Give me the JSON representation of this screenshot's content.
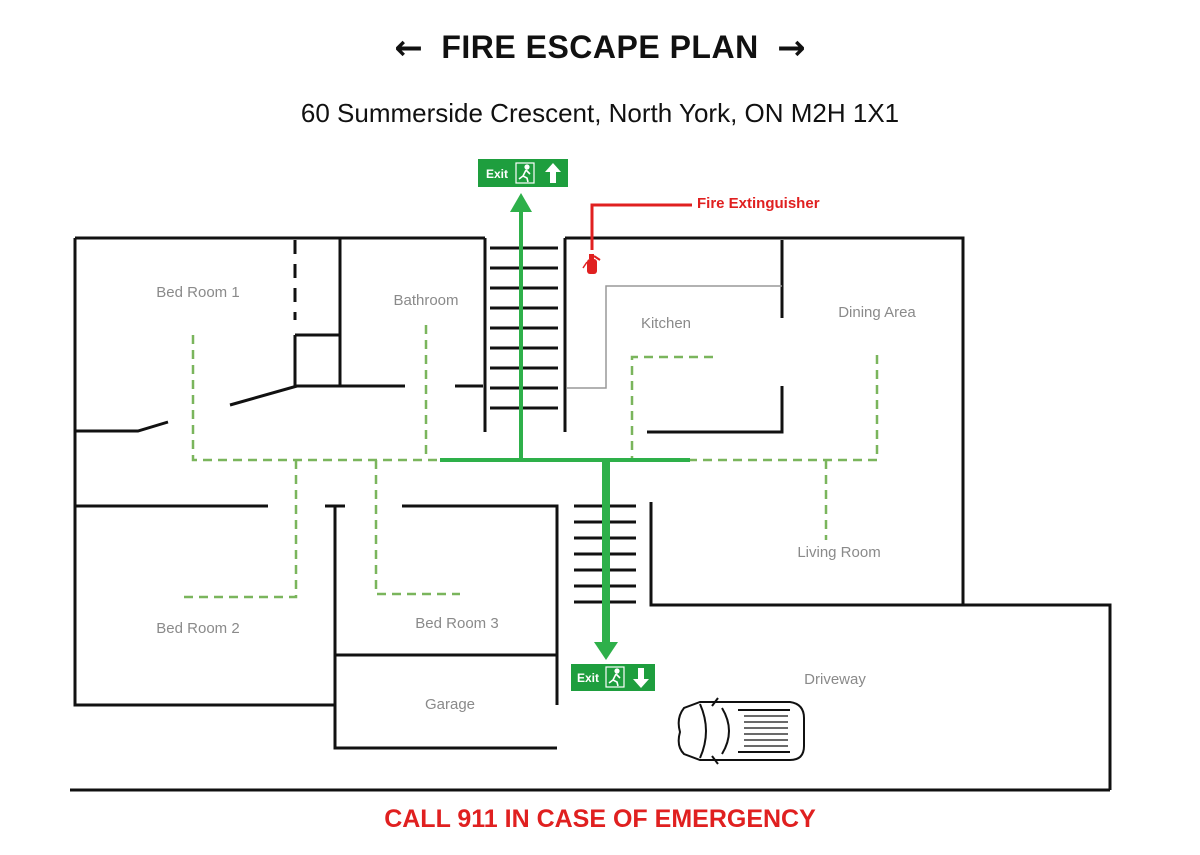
{
  "header": {
    "title": "FIRE ESCAPE PLAN",
    "left_arrow": "←",
    "right_arrow": "→",
    "address": "60 Summerside Crescent, North York, ON M2H 1X1"
  },
  "rooms": {
    "bed_room_1": "Bed Room 1",
    "bathroom": "Bathroom",
    "kitchen": "Kitchen",
    "dining_area": "Dining Area",
    "living_room": "Living Room",
    "bed_room_2": "Bed Room 2",
    "bed_room_3": "Bed Room 3",
    "garage": "Garage",
    "driveway": "Driveway"
  },
  "exits": {
    "top_label": "Exit",
    "bottom_label": "Exit",
    "top_arrow_icon": "arrow-up-icon",
    "bottom_arrow_icon": "arrow-down-icon",
    "runner_icon": "running-man-icon"
  },
  "fire_extinguisher": {
    "label": "Fire Extinguisher",
    "icon": "fire-extinguisher-icon"
  },
  "footer": {
    "emergency": "CALL 911 IN CASE OF EMERGENCY"
  },
  "colors": {
    "route_green": "#2eb04a",
    "exit_sign_green": "#1e9e3e",
    "alert_red": "#e02020",
    "wall": "#111111",
    "dashed_path": "#7ab55c",
    "room_label": "#8a8a8a"
  }
}
